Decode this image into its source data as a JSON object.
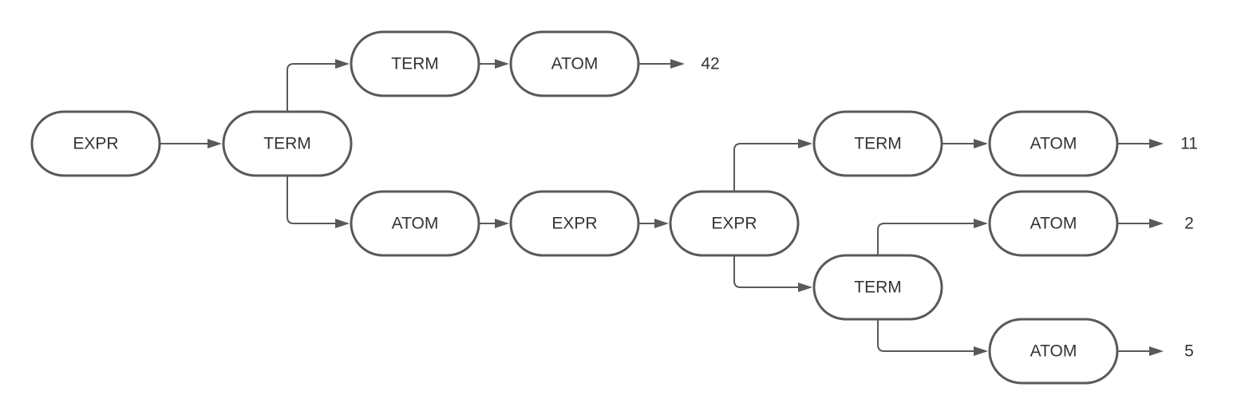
{
  "diagram": {
    "nodes": [
      {
        "id": "n1",
        "label": "EXPR"
      },
      {
        "id": "n2",
        "label": "TERM"
      },
      {
        "id": "n3",
        "label": "TERM"
      },
      {
        "id": "n4",
        "label": "ATOM"
      },
      {
        "id": "n5",
        "label": "ATOM"
      },
      {
        "id": "n6",
        "label": "EXPR"
      },
      {
        "id": "n7",
        "label": "EXPR"
      },
      {
        "id": "n8",
        "label": "TERM"
      },
      {
        "id": "n9",
        "label": "ATOM"
      },
      {
        "id": "n10",
        "label": "TERM"
      },
      {
        "id": "n11",
        "label": "ATOM"
      },
      {
        "id": "n12",
        "label": "ATOM"
      }
    ],
    "leaves": [
      {
        "id": "l1",
        "label": "42"
      },
      {
        "id": "l2",
        "label": "11"
      },
      {
        "id": "l3",
        "label": "2"
      },
      {
        "id": "l4",
        "label": "5"
      }
    ],
    "edges": [
      {
        "from": "n1",
        "to": "n2"
      },
      {
        "from": "n2",
        "to": "n3"
      },
      {
        "from": "n2",
        "to": "n5"
      },
      {
        "from": "n3",
        "to": "n4"
      },
      {
        "from": "n4",
        "to": "l1"
      },
      {
        "from": "n5",
        "to": "n6"
      },
      {
        "from": "n6",
        "to": "n7"
      },
      {
        "from": "n7",
        "to": "n8"
      },
      {
        "from": "n7",
        "to": "n10"
      },
      {
        "from": "n8",
        "to": "n9"
      },
      {
        "from": "n9",
        "to": "l2"
      },
      {
        "from": "n10",
        "to": "n11"
      },
      {
        "from": "n10",
        "to": "n12"
      },
      {
        "from": "n11",
        "to": "l3"
      },
      {
        "from": "n12",
        "to": "l4"
      }
    ]
  },
  "colors": {
    "stroke": "#595959",
    "text": "#333333",
    "background": "#ffffff"
  }
}
